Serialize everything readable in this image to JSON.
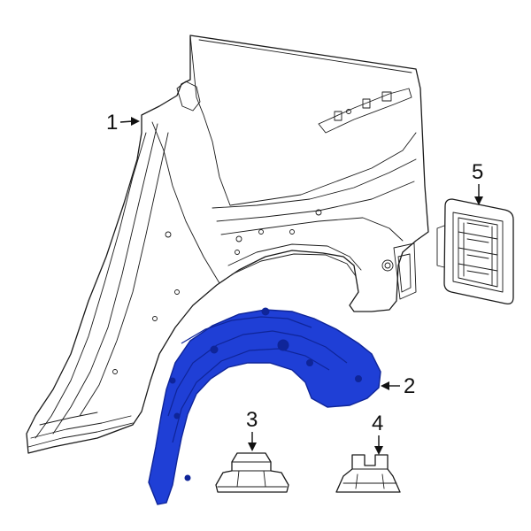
{
  "colors": {
    "highlight": "#1f3fd6",
    "highlight_dark": "#0f2599",
    "line": "#1a1a1a",
    "background": "#ffffff"
  },
  "callouts": [
    {
      "id": "1",
      "label": "1",
      "part": "quarter-panel"
    },
    {
      "id": "2",
      "label": "2",
      "part": "fender-liner"
    },
    {
      "id": "3",
      "label": "3",
      "part": "retainer-clip-a"
    },
    {
      "id": "4",
      "label": "4",
      "part": "retainer-clip-b"
    },
    {
      "id": "5",
      "label": "5",
      "part": "air-vent"
    }
  ]
}
